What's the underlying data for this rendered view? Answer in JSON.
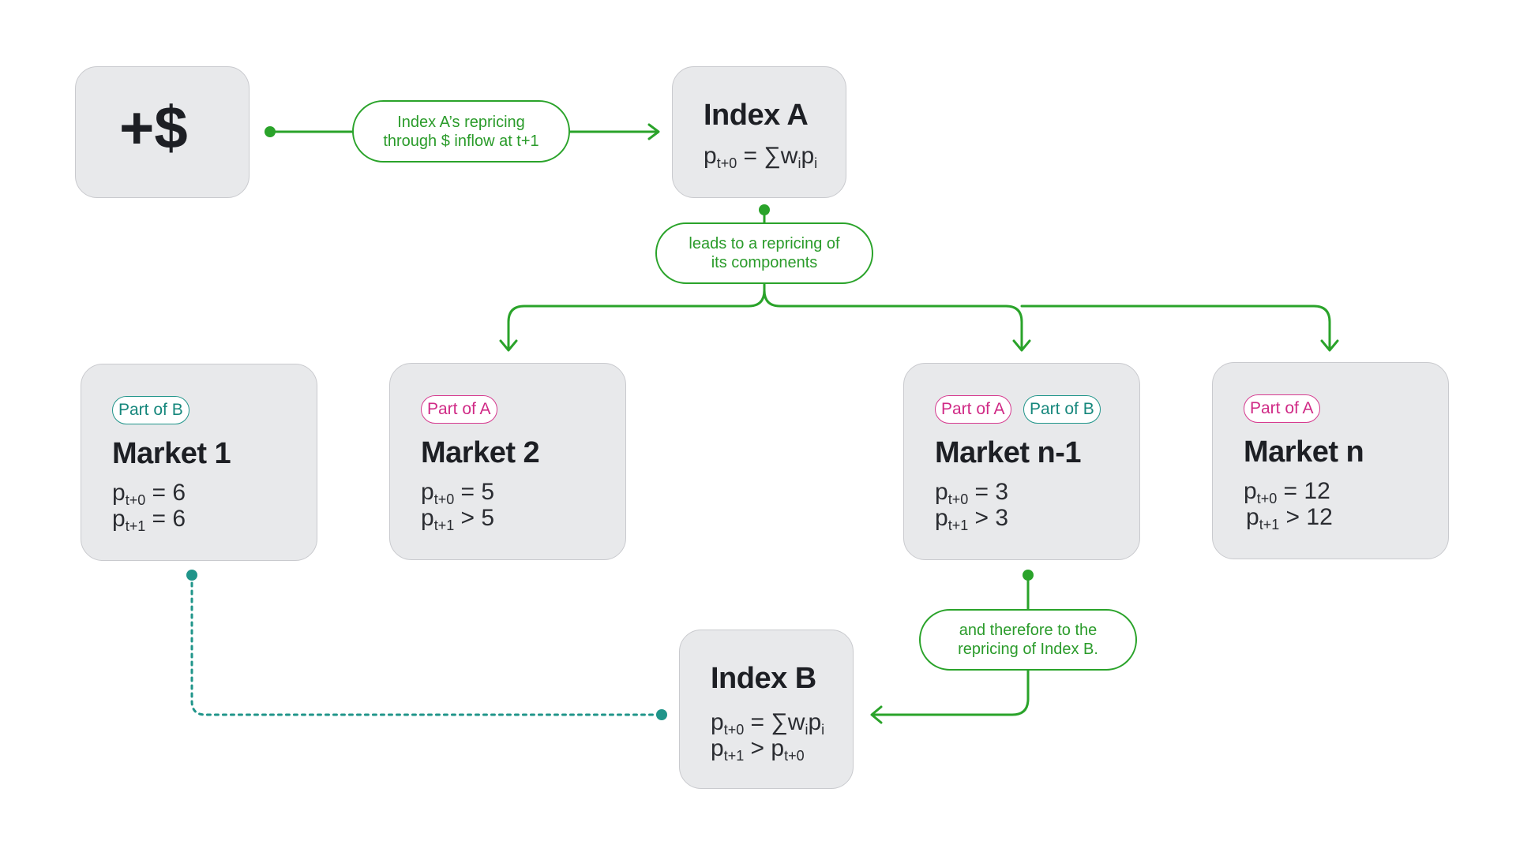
{
  "colors": {
    "flow_green": "#2aa32a",
    "part_a_pink": "#d63a8f",
    "part_b_teal": "#20958a",
    "node_bg": "#e8e9eb"
  },
  "nodes": {
    "inflow": {
      "label": "+$"
    },
    "index_a": {
      "title": "Index A",
      "f1": {
        "var": "p",
        "sub": "t+0",
        "expr": " = ∑w",
        "sub2": "i",
        "var2": "p",
        "sub3": "i"
      }
    },
    "market_1": {
      "badges": [
        "Part of B"
      ],
      "title": "Market 1",
      "f1": {
        "var": "p",
        "sub": "t+0",
        "rel": " = 6"
      },
      "f2": {
        "var": "p",
        "sub": "t+1",
        "rel": " = 6"
      }
    },
    "market_2": {
      "badges": [
        "Part of A"
      ],
      "title": "Market 2",
      "f1": {
        "var": "p",
        "sub": "t+0",
        "rel": " = 5"
      },
      "f2": {
        "var": "p",
        "sub": "t+1",
        "rel": " > 5"
      }
    },
    "market_n1": {
      "badges": [
        "Part of A",
        "Part of B"
      ],
      "title": "Market n-1",
      "f1": {
        "var": "p",
        "sub": "t+0",
        "rel": " = 3"
      },
      "f2": {
        "var": "p",
        "sub": "t+1",
        "rel": " > 3"
      }
    },
    "market_n": {
      "badges": [
        "Part of A"
      ],
      "title": "Market n",
      "f1": {
        "var": "p",
        "sub": "t+0",
        "rel": " = 12"
      },
      "f2": {
        "var": "p",
        "sub": "t+1",
        "rel": " > 12"
      }
    },
    "index_b": {
      "title": "Index B",
      "f1": {
        "var": "p",
        "sub": "t+0",
        "expr": " = ∑w",
        "sub2": "i",
        "var2": "p",
        "sub3": "i"
      },
      "f2": {
        "var": "p",
        "sub": "t+1",
        "rel": " > p",
        "sub2": "t+0"
      }
    }
  },
  "edges": {
    "inflow_to_index_a": {
      "line1": "Index A’s repricing",
      "line2": "through $ inflow at t+1"
    },
    "index_a_to_components": {
      "line1": "leads to a repricing of",
      "line2": "its components"
    },
    "market_n1_to_index_b": {
      "line1": "and therefore to the",
      "line2": "repricing of Index B."
    }
  }
}
